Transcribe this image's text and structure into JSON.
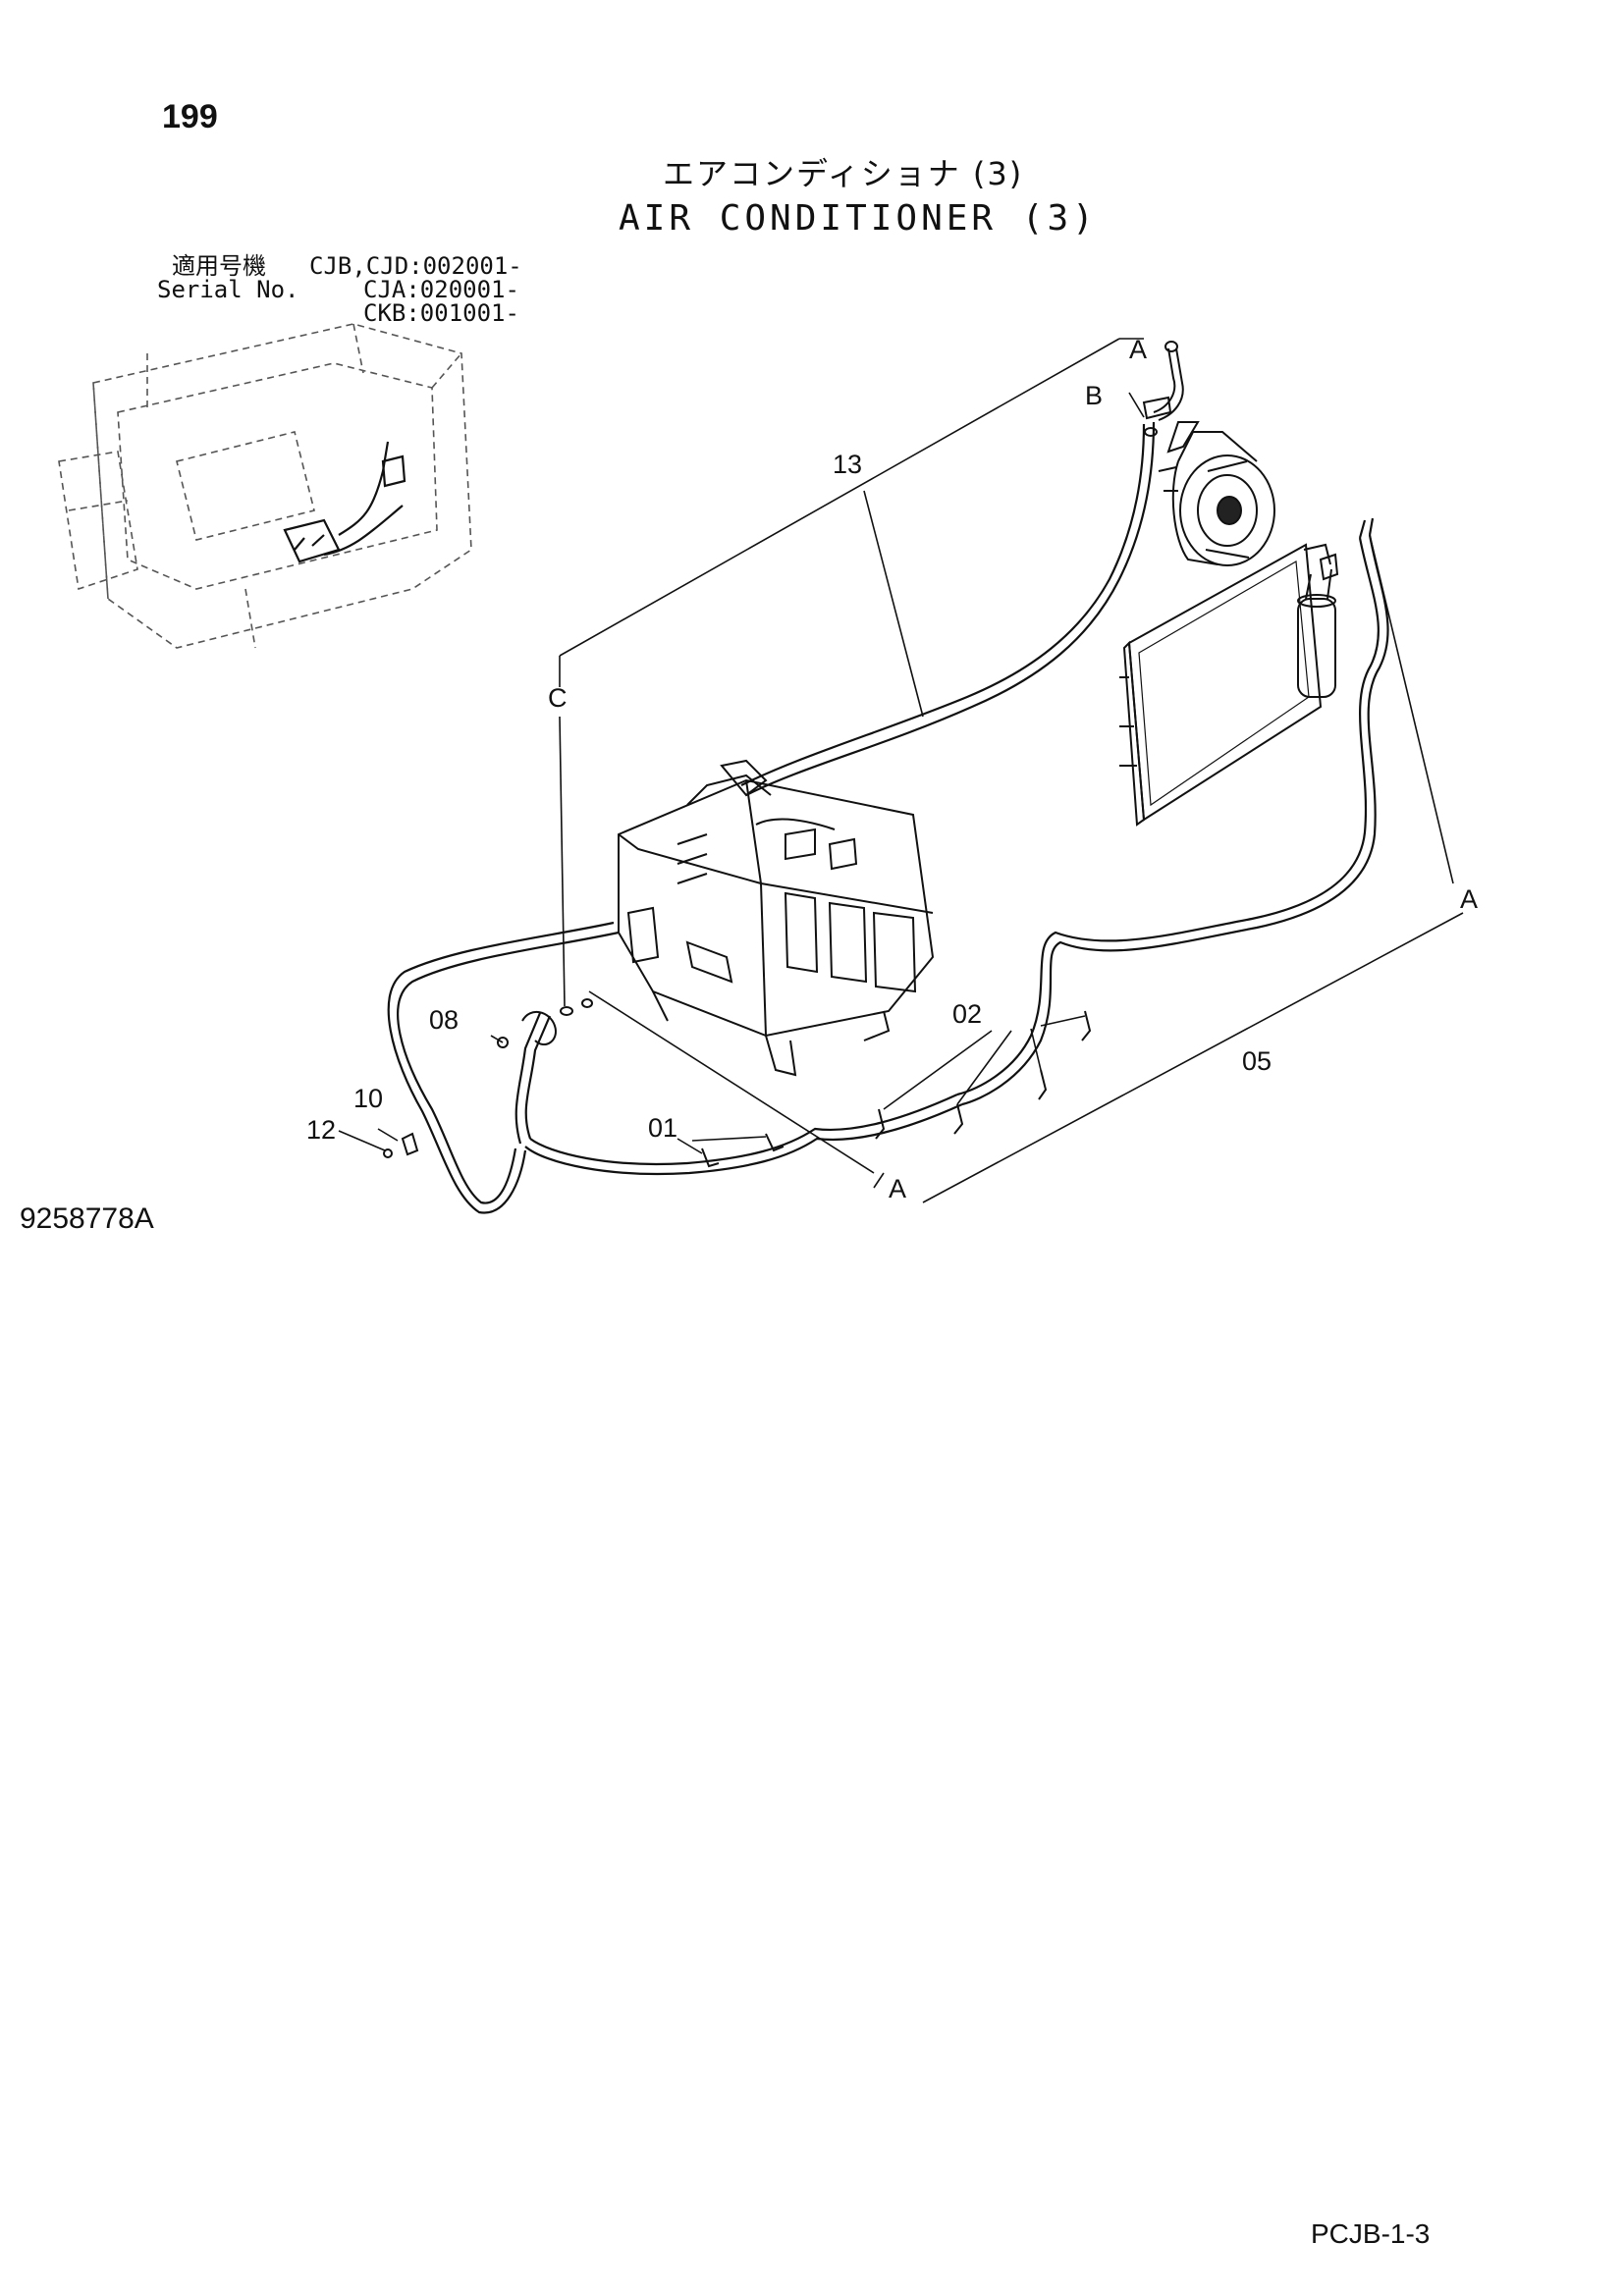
{
  "header": {
    "page_number": "199",
    "title_ja": "エアコンディショナ (3)",
    "title_en": "AIR CONDITIONER (3)"
  },
  "serial": {
    "label_ja": "適用号機",
    "label_en": "Serial No.",
    "ranges": [
      "CJB,CJD:002001-",
      "CJA:020001-",
      "CKB:001001-"
    ]
  },
  "diagram": {
    "figure_number": "9258778A",
    "callouts": {
      "part_13": "13",
      "part_05": "05",
      "part_02": "02",
      "part_01": "01",
      "part_08": "08",
      "part_10": "10",
      "part_12": "12",
      "ref_a_top": "A",
      "ref_b": "B",
      "ref_c": "C",
      "ref_a_right": "A",
      "ref_a_bottom": "A"
    }
  },
  "footer": {
    "page_code": "PCJB-1-3"
  }
}
